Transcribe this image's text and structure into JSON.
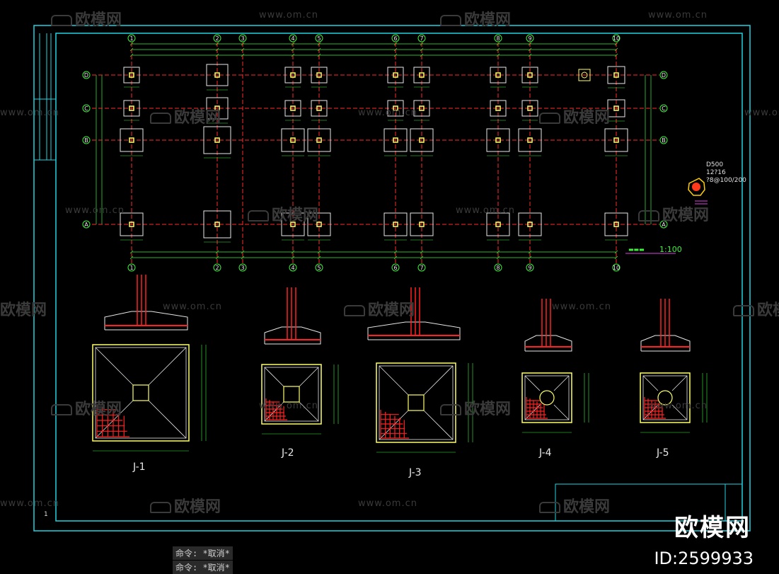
{
  "watermarks": {
    "brand": "欧模网",
    "url": "www.om.cn"
  },
  "command_line": [
    "命令: *取消*",
    "命令: *取消*"
  ],
  "brand_overlay": {
    "name": "欧模网",
    "id": "ID:2599933"
  },
  "drawing": {
    "axis_numbers": [
      "1",
      "2",
      "3",
      "4",
      "5",
      "6",
      "7",
      "8",
      "9",
      "10"
    ],
    "axis_letters": [
      "D",
      "C",
      "B",
      "A"
    ],
    "scale_label": "1:100",
    "pile_label": [
      "D500",
      "12?16",
      "?8@100/200"
    ],
    "sheet_number": "1",
    "details": [
      "J-1",
      "J-2",
      "J-3",
      "J-4",
      "J-5"
    ]
  },
  "colors": {
    "background": "#000000",
    "frame": "#1fd3e0",
    "grid_line": "#ff2a2a",
    "dimension": "#3cf23c",
    "column": "#ffff66",
    "rebar": "#ff2020"
  }
}
